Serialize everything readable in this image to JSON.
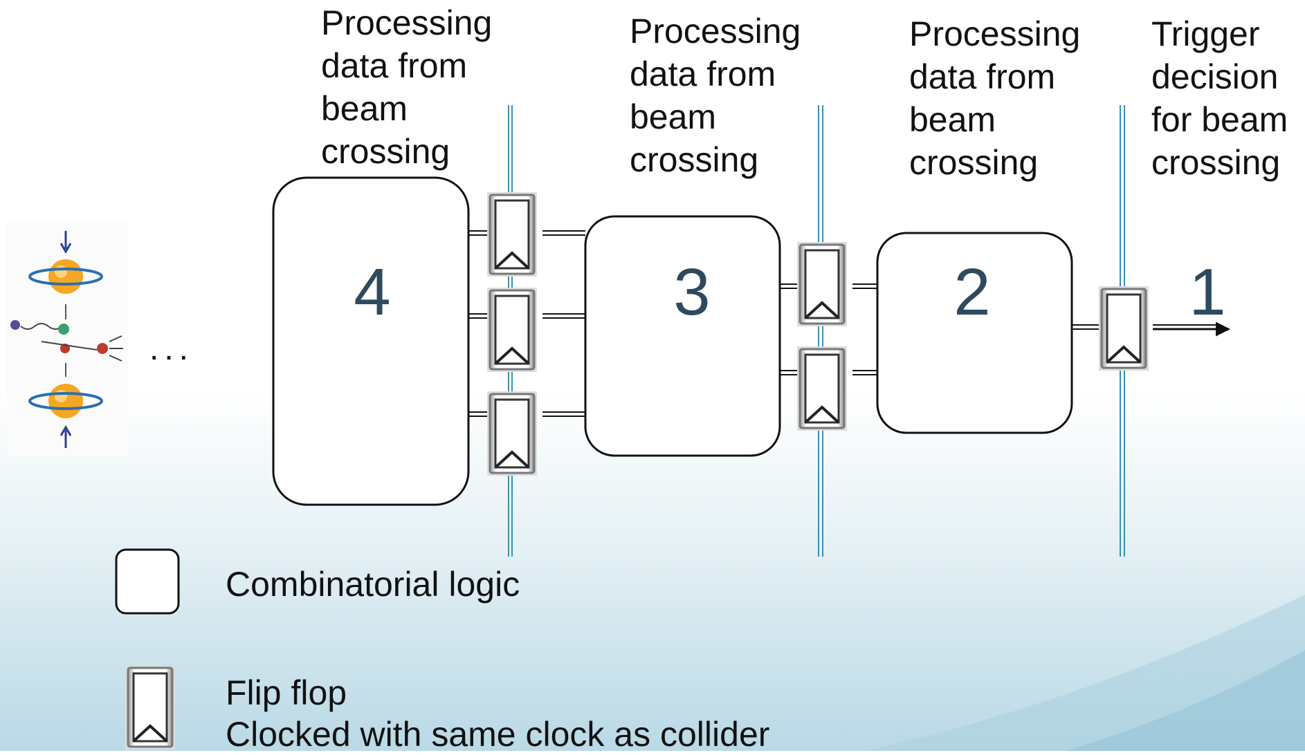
{
  "stage_labels": [
    "Processing\ndata from\nbeam\ncrossing",
    "Processing\ndata from\nbeam\ncrossing",
    "Processing\ndata from\nbeam\ncrossing",
    "Trigger\ndecision\nfor beam\ncrossing"
  ],
  "stage_numbers": [
    "4",
    "3",
    "2",
    "1"
  ],
  "ellipsis": "...",
  "legend": {
    "logic_label": "Combinatorial logic",
    "flipflop_label": "Flip flop",
    "flipflop_note": "Clocked with same clock as collider"
  },
  "colors": {
    "number": "#2e4a5e",
    "box_stroke": "#111111",
    "clock_line": "#3b8fb0",
    "wire": "#111111"
  }
}
